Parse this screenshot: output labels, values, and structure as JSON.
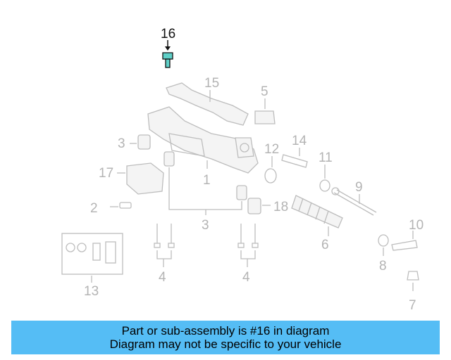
{
  "diagram": {
    "callouts": [
      {
        "id": "16",
        "label": "16",
        "highlighted": true
      },
      {
        "id": "15",
        "label": "15"
      },
      {
        "id": "5",
        "label": "5"
      },
      {
        "id": "3a",
        "label": "3"
      },
      {
        "id": "14",
        "label": "14"
      },
      {
        "id": "12",
        "label": "12"
      },
      {
        "id": "1",
        "label": "1"
      },
      {
        "id": "11",
        "label": "11"
      },
      {
        "id": "17",
        "label": "17"
      },
      {
        "id": "9",
        "label": "9"
      },
      {
        "id": "3b",
        "label": "3"
      },
      {
        "id": "18",
        "label": "18"
      },
      {
        "id": "2",
        "label": "2"
      },
      {
        "id": "6",
        "label": "6"
      },
      {
        "id": "10",
        "label": "10"
      },
      {
        "id": "8",
        "label": "8"
      },
      {
        "id": "4a",
        "label": "4"
      },
      {
        "id": "4b",
        "label": "4"
      },
      {
        "id": "13",
        "label": "13"
      },
      {
        "id": "7",
        "label": "7"
      }
    ],
    "highlight_color": "#111111",
    "part_color": "#bdbdbd"
  },
  "banner": {
    "line1": "Part or sub-assembly is #16 in diagram",
    "line2": "Diagram may not be specific to your vehicle",
    "background": "#55bdf5"
  }
}
